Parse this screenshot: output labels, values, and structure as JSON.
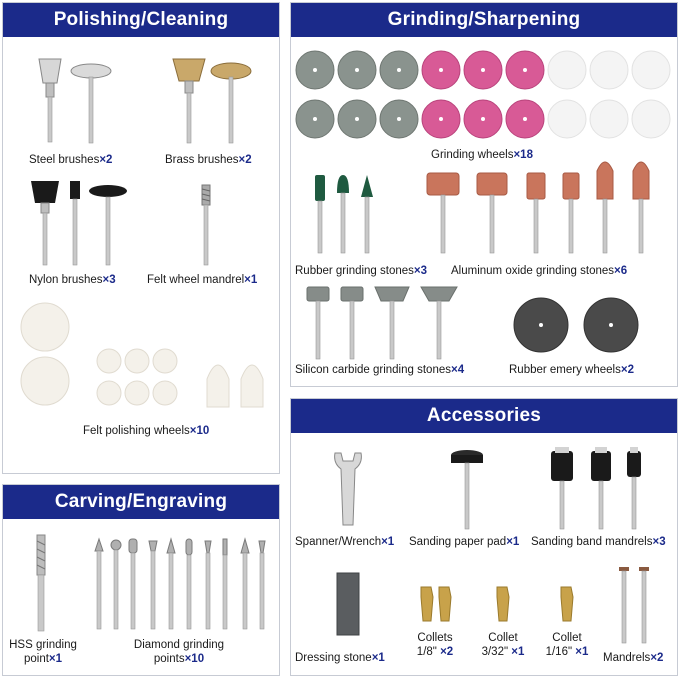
{
  "sections": {
    "polishing": {
      "title": "Polishing/Cleaning",
      "steel": {
        "name": "Steel brushes",
        "qty": "×2"
      },
      "brass": {
        "name": "Brass brushes",
        "qty": "×2"
      },
      "nylon": {
        "name": "Nylon brushes",
        "qty": "×3"
      },
      "felt_mandrel": {
        "name": "Felt wheel mandrel",
        "qty": "×1"
      },
      "felt_wheels": {
        "name": "Felt polishing wheels",
        "qty": "×10"
      }
    },
    "grinding": {
      "title": "Grinding/Sharpening",
      "wheels": {
        "name": "Grinding wheels",
        "qty": "×18"
      },
      "rubber_stones": {
        "name": "Rubber grinding stones",
        "qty": "×3"
      },
      "aluminum": {
        "name": "Aluminum oxide grinding stones",
        "qty": "×6"
      },
      "silicon": {
        "name": "Silicon carbide grinding stones",
        "qty": "×4"
      },
      "emery": {
        "name": "Rubber emery wheels",
        "qty": "×2"
      }
    },
    "carving": {
      "title": "Carving/Engraving",
      "hss": {
        "name1": "HSS grinding",
        "name2": "point",
        "qty": "×1"
      },
      "diamond": {
        "name1": "Diamond grinding",
        "name2": "points",
        "qty": "×10"
      }
    },
    "accessories": {
      "title": "Accessories",
      "spanner": {
        "name": "Spanner/Wrench",
        "qty": "×1"
      },
      "sanding_pad": {
        "name": "Sanding paper pad",
        "qty": "×1"
      },
      "band_mandrels": {
        "name": "Sanding band mandrels",
        "qty": "×3"
      },
      "dressing": {
        "name": "Dressing stone",
        "qty": "×1"
      },
      "collet1": {
        "name": "Collets",
        "size": "1/8\"",
        "qty": "×2"
      },
      "collet2": {
        "name": "Collet",
        "size": "3/32\"",
        "qty": "×1"
      },
      "collet3": {
        "name": "Collet",
        "size": "1/16\"",
        "qty": "×1"
      },
      "mandrels": {
        "name": "Mandrels",
        "qty": "×2"
      }
    }
  },
  "colors": {
    "banner": "#1b2a8a",
    "grey_wheel": "#8a938e",
    "pink_wheel": "#d85a96",
    "white_wheel": "#f4f4f4",
    "aluminum_oxide": "#c9755c",
    "rubber_green": "#1f5a40"
  }
}
